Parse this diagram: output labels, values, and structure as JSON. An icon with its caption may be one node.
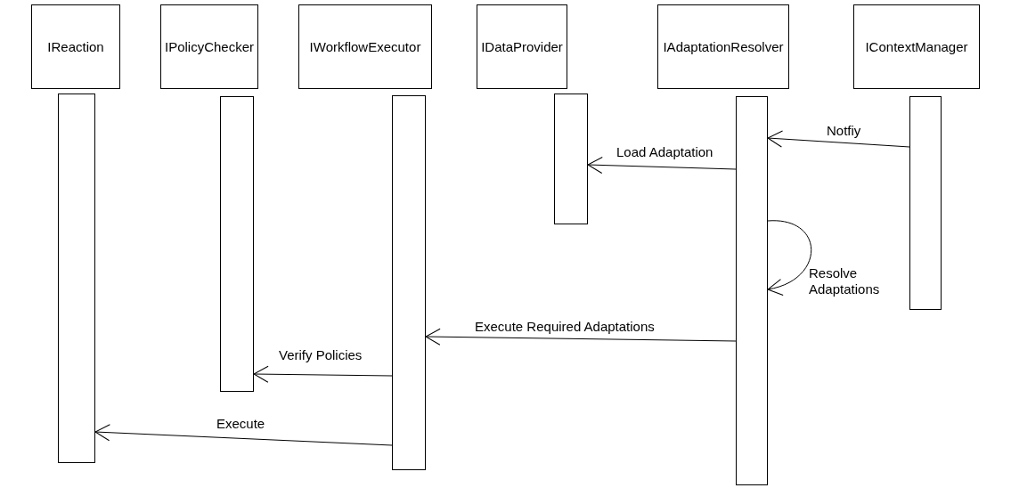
{
  "diagram": {
    "nodes": [
      {
        "text": [
          "IReaction"
        ]
      },
      {
        "text": [
          "IPolicyChecker"
        ]
      },
      {
        "text": [
          "IWorkflowExecutor"
        ]
      },
      {
        "text": [
          "IDataProvider"
        ]
      },
      {
        "text": [
          "IAdaptationResolver"
        ]
      },
      {
        "text": [
          "IContextManager"
        ]
      },
      {
        "text": [],
        "shape": "bar"
      },
      {
        "text": [],
        "shape": "bar"
      },
      {
        "text": [],
        "shape": "bar"
      },
      {
        "text": [],
        "shape": "bar"
      },
      {
        "text": [],
        "shape": "bar"
      },
      {
        "text": [],
        "shape": "bar"
      }
    ],
    "edges": [
      {
        "from": 11,
        "to": 10,
        "arrow": "to",
        "label": "Notfiy"
      },
      {
        "from": 10,
        "to": 9,
        "arrow": "to",
        "label": "Load Adaptation"
      },
      {
        "from": 10,
        "to": 10,
        "arrow": "to",
        "label": "Resolve Adaptations"
      },
      {
        "from": 10,
        "to": 8,
        "arrow": "to",
        "label": "Execute Required Adaptations"
      },
      {
        "from": 8,
        "to": 7,
        "arrow": "to",
        "label": "Verify Policies"
      },
      {
        "from": 8,
        "to": 6,
        "arrow": "to",
        "label": "Execute"
      }
    ]
  }
}
